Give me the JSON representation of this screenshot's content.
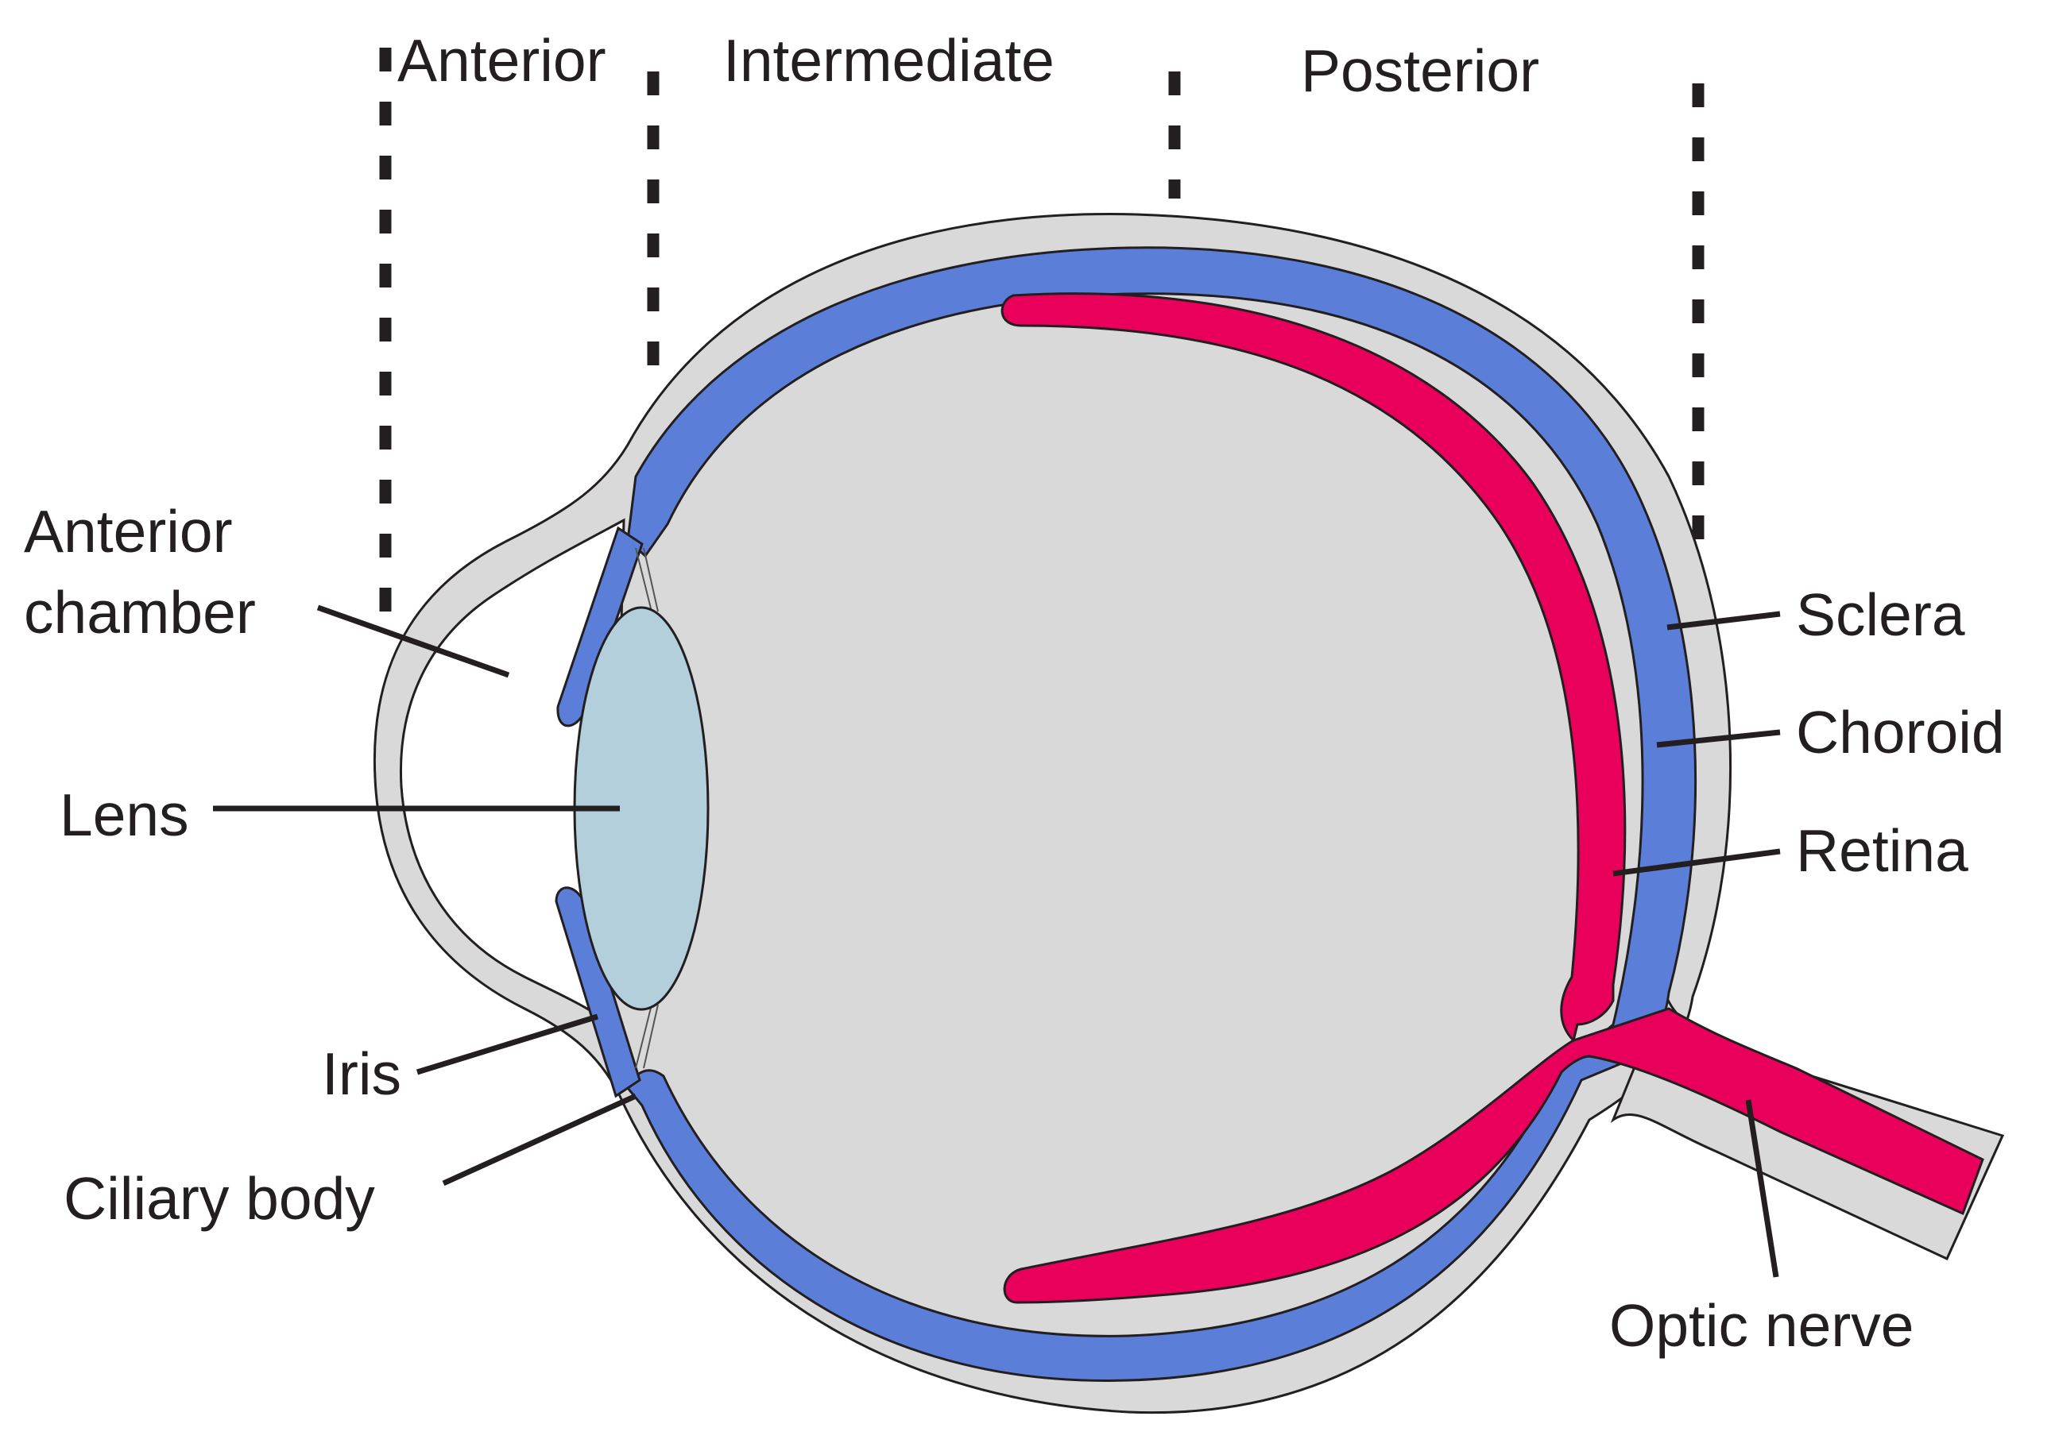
{
  "regions": {
    "anterior": "Anterior",
    "intermediate": "Intermediate",
    "posterior": "Posterior"
  },
  "labels": {
    "anterior_chamber_line1": "Anterior",
    "anterior_chamber_line2": "chamber",
    "lens": "Lens",
    "iris": "Iris",
    "ciliary_body": "Ciliary body",
    "sclera": "Sclera",
    "choroid": "Choroid",
    "retina": "Retina",
    "optic_nerve": "Optic nerve"
  },
  "colors": {
    "sclera": "#d9d9d9",
    "choroid": "#5b7ed8",
    "retina": "#e8005a",
    "lens": "#b3cfdc",
    "outline": "#231f20",
    "background": "#ffffff"
  }
}
